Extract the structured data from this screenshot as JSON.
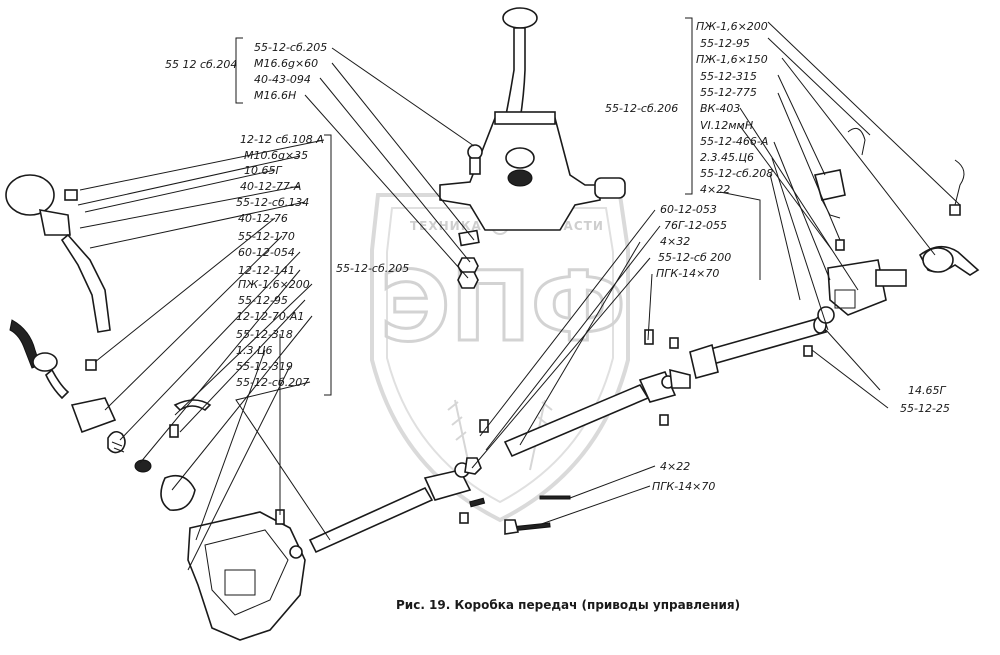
{
  "diagram": {
    "caption": "Рис. 19. Коробка передач (приводы управления)",
    "watermark": {
      "top": "ТЕХНИКА",
      "top2": "ЗАПЧАСТИ",
      "big": "ЭПФ"
    },
    "group_top": {
      "assembly": "55 12 сб.204",
      "items": [
        "55-12-сб.205",
        "М16.6g×60",
        "40-43-094",
        "М16.6Н"
      ]
    },
    "group_left": {
      "assembly": "55-12-сб.205",
      "items": [
        "12-12 сб.108 А",
        "М10.6g×35",
        "10.65Г",
        "40-12-77-А",
        "55-12-сб.134",
        "40-12-76",
        "55-12-170",
        "60-12-054",
        "12-12-141",
        "ПЖ-1,6×200",
        "55-12-95",
        "12-12-70-А1",
        "55-12-318",
        "1.3.Ц6",
        "55-12-319",
        "55-12-сб.207"
      ]
    },
    "group_mid": {
      "items": [
        "60-12-053",
        "76Г-12-055",
        "4×32",
        "55-12-сб 200",
        "ПГК-14×70"
      ]
    },
    "group_right": {
      "assembly": "55-12-сб.206",
      "items": [
        "ПЖ-1,6×200",
        "55-12-95",
        "ПЖ-1,6×150",
        "55-12-315",
        "55-12-775",
        "ВК-403",
        "VI.12ммН",
        "55-12-466-А",
        "2.3.45.Ц6",
        "55-12-сб.208",
        "4×22"
      ]
    },
    "group_bottom": {
      "items": [
        "4×22",
        "ПГК-14×70"
      ]
    },
    "group_right_low": {
      "items": [
        "14.65Г",
        "55-12-25"
      ]
    }
  }
}
